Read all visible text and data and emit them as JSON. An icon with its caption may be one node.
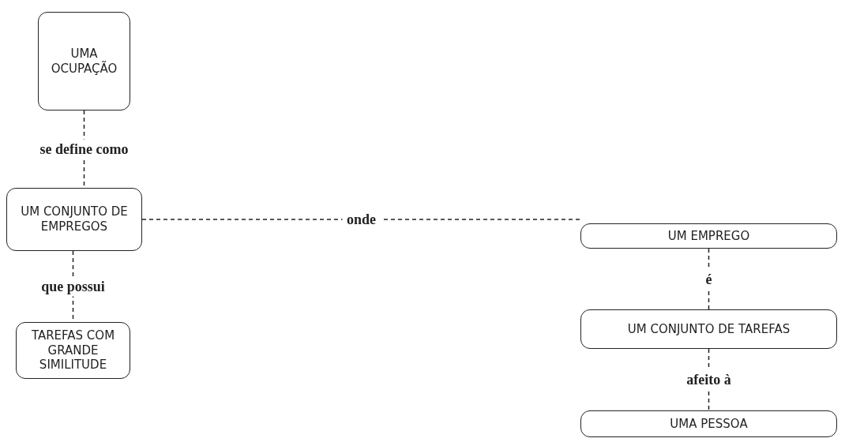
{
  "diagram": {
    "nodes": [
      {
        "text": [
          "UMA OCUPAÇÃO"
        ]
      },
      {
        "text": [
          "UM CONJUNTO DE EMPREGOS"
        ]
      },
      {
        "text": [
          "TAREFAS COM GRANDE SIMILITUDE"
        ]
      },
      {
        "text": [
          "UM EMPREGO"
        ]
      },
      {
        "text": [
          "UM CONJUNTO DE TAREFAS"
        ]
      },
      {
        "text": [
          "UMA PESSOA"
        ]
      }
    ],
    "edges": [
      {
        "from": 0,
        "to": 1,
        "arrow": "none",
        "label": "se define como",
        "style": "dashed"
      },
      {
        "from": 1,
        "to": 2,
        "arrow": "none",
        "label": "que possui",
        "style": "dashed"
      },
      {
        "from": 1,
        "to": 3,
        "arrow": "none",
        "label": "onde",
        "style": "dashed"
      },
      {
        "from": 3,
        "to": 4,
        "arrow": "none",
        "label": "é",
        "style": "dashed"
      },
      {
        "from": 4,
        "to": 5,
        "arrow": "none",
        "label": "afeito à",
        "style": "dashed"
      }
    ]
  }
}
